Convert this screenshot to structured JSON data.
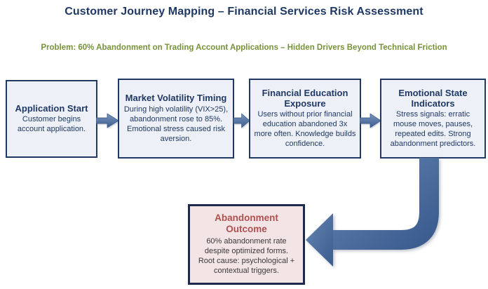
{
  "title": "Customer Journey Mapping – Financial Services Risk Assessment",
  "subtitle": "Problem: 60% Abandonment on Trading Account Applications – Hidden Drivers Beyond Technical Friction",
  "steps": [
    {
      "title": "Application Start",
      "body": "Customer begins account application."
    },
    {
      "title": "Market Volatility Timing",
      "body": "During high volatility (VIX>25), abandonment rose to 85%. Emotional stress caused risk aversion."
    },
    {
      "title": "Financial Education Exposure",
      "body": "Users without prior financial education abandoned 3x more often. Knowledge builds confidence."
    },
    {
      "title": "Emotional State Indicators",
      "body": "Stress signals: erratic mouse moves, pauses, repeated edits. Strong abandonment predictors."
    }
  ],
  "outcome": {
    "title": "Abandonment Outcome",
    "body": "60% abandonment rate despite optimized forms. Root cause: psychological + contextual triggers."
  },
  "icons": {
    "flow_arrow": "right-arrow",
    "elbow_arrow": "bent-down-left-arrow"
  },
  "colors": {
    "title_text": "#1F3864",
    "subtitle_text": "#76923C",
    "step_fill": "#EDF1F7",
    "step_border": "#1F3864",
    "step_text": "#1F3864",
    "arrow_blue": "#4A6DA7",
    "outcome_fill": "#F3E5E5",
    "outcome_border": "#1E2A4A",
    "outcome_title_text": "#B04F4F",
    "outcome_body_text": "#3B3838"
  }
}
